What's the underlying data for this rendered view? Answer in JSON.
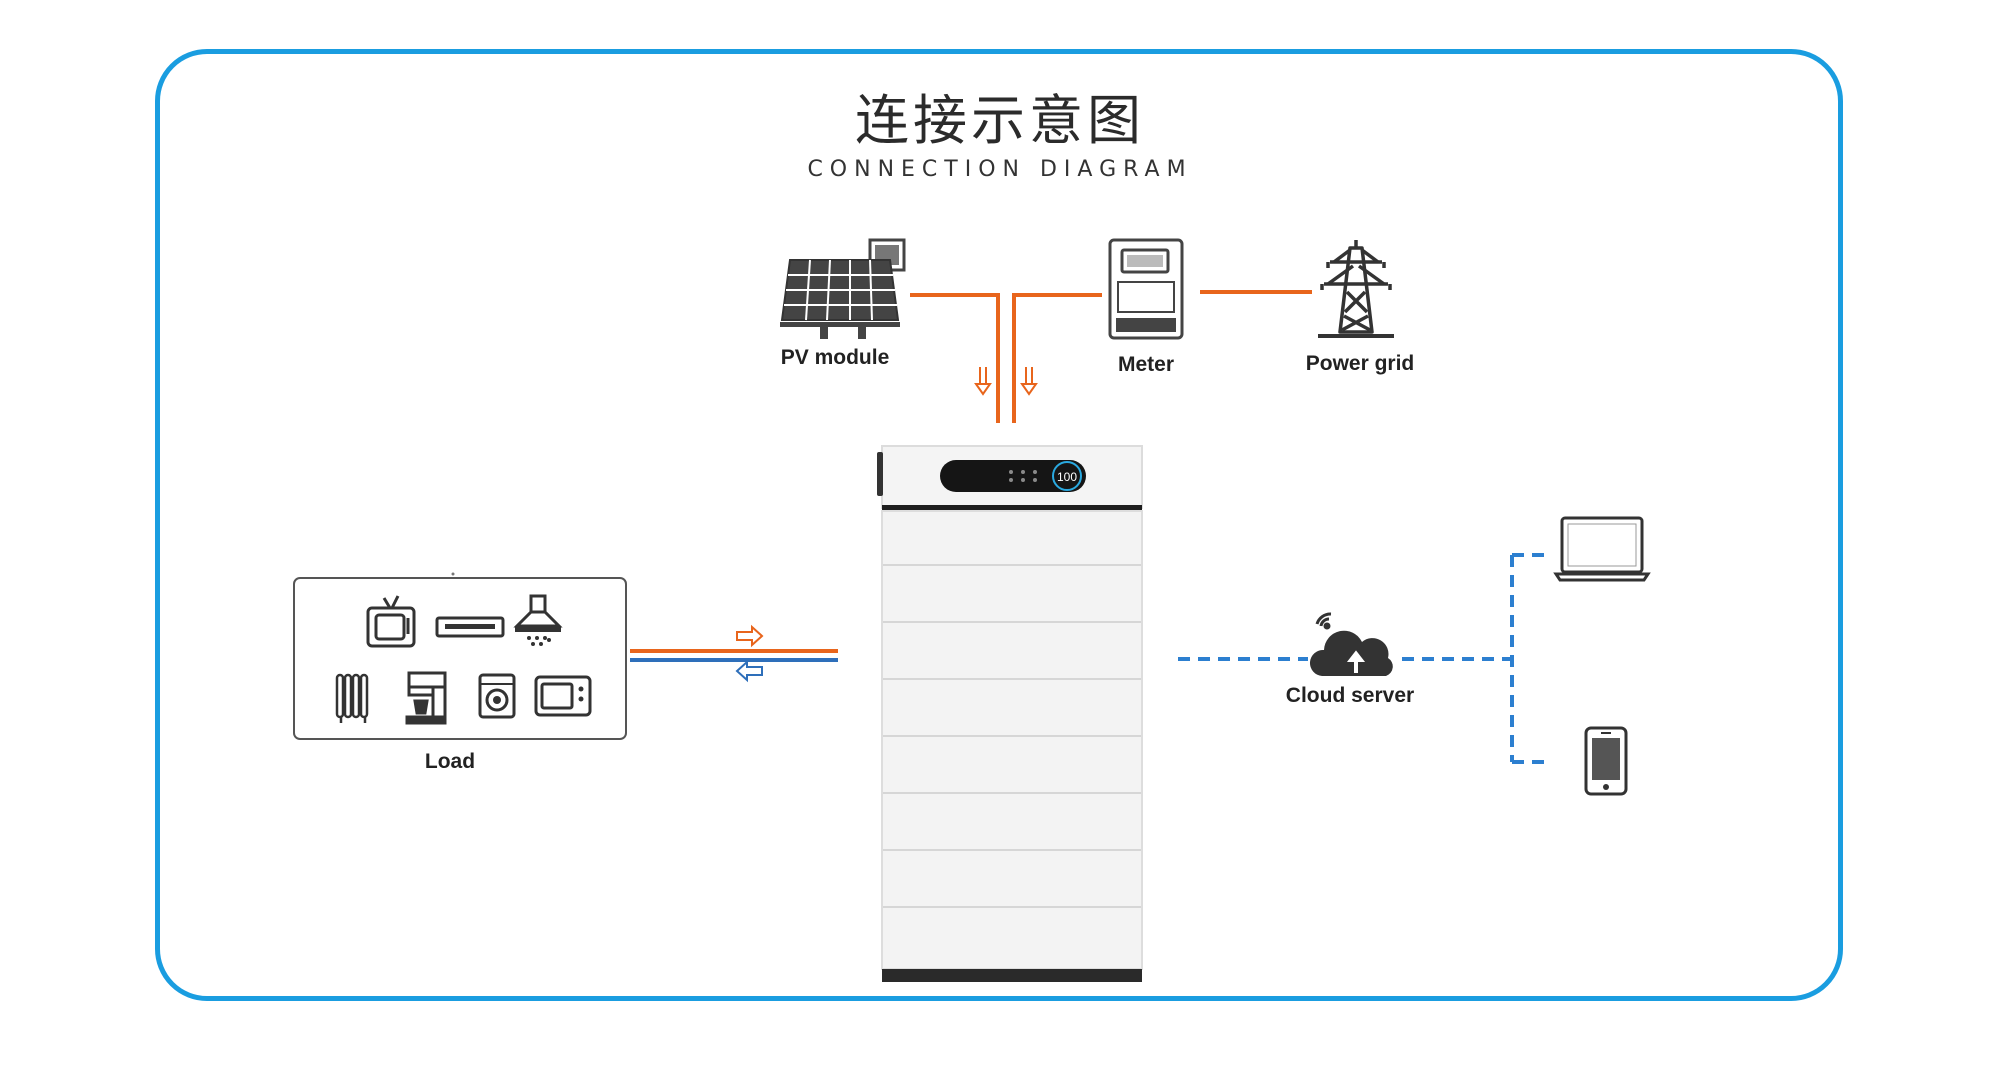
{
  "title": {
    "cn": "连接示意图",
    "en": "CONNECTION DIAGRAM"
  },
  "nodes": {
    "pv_module": "PV module",
    "meter": "Meter",
    "power_grid": "Power grid",
    "load": "Load",
    "cloud_server": "Cloud server"
  },
  "battery": {
    "display_value": "100"
  },
  "colors": {
    "frame": "#1a9de0",
    "power_line": "#e8651c",
    "return_line": "#2e6fba",
    "data_line": "#2c7fd0",
    "icon": "#333333"
  },
  "icons": {
    "pv_module": "solar-panel-icon",
    "meter": "electric-meter-icon",
    "power_grid": "transmission-tower-icon",
    "cloud_server": "cloud-upload-icon",
    "wifi": "wifi-icon",
    "laptop": "laptop-icon",
    "phone": "phone-icon",
    "load": [
      "tv-icon",
      "dvd-player-icon",
      "range-hood-icon",
      "heater-icon",
      "coffee-machine-icon",
      "washing-machine-icon",
      "microwave-icon"
    ]
  }
}
